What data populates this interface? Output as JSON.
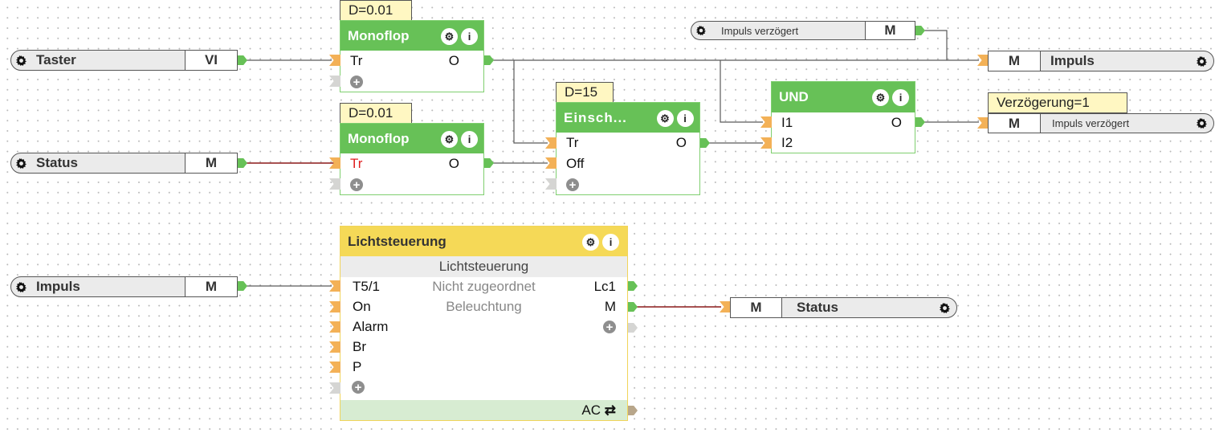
{
  "inputs": [
    {
      "name": "Taster",
      "type": "VI"
    },
    {
      "name": "Status",
      "type": "M"
    },
    {
      "name": "Impuls",
      "type": "M"
    },
    {
      "name": "Impuls verzögert",
      "type": "M"
    }
  ],
  "outputs": [
    {
      "name": "Impuls",
      "type": "M"
    },
    {
      "name": "Impuls verzögert",
      "type": "M",
      "param": "Verzögerung=1"
    },
    {
      "name": "Status",
      "type": "M"
    }
  ],
  "blocks": {
    "monoflop1": {
      "title": "Monoflop",
      "param": "D=0.01",
      "inputs": [
        "Tr"
      ],
      "outputs": [
        "O"
      ]
    },
    "monoflop2": {
      "title": "Monoflop",
      "param": "D=0.01",
      "inputs": [
        "Tr"
      ],
      "outputs": [
        "O"
      ],
      "inverted_input": "Tr"
    },
    "einsch": {
      "title": "Einsch...",
      "param": "D=15",
      "inputs": [
        "Tr",
        "Off"
      ],
      "outputs": [
        "O"
      ]
    },
    "und": {
      "title": "UND",
      "inputs": [
        "I1",
        "I2"
      ],
      "outputs": [
        "O"
      ]
    },
    "licht": {
      "title": "Lichtsteuerung",
      "subtitle": "Lichtsteuerung",
      "inputs": [
        "T5/1",
        "On",
        "Alarm",
        "Br",
        "P"
      ],
      "center_lines": [
        "Nicht zugeordnet",
        "Beleuchtung"
      ],
      "outputs": [
        "Lc1",
        "M"
      ],
      "footer": "AC",
      "footer_icon": "⇄"
    }
  },
  "icons": {
    "gear": "gear-icon",
    "info": "i",
    "plus": "+"
  },
  "colors": {
    "block_green": "#67c157",
    "block_yellow": "#f5d957",
    "port_in": "#f3b157",
    "port_out": "#67c157",
    "wire": "#555555",
    "wire_inverted": "#8b1a1a",
    "param_bg": "#fff7c2"
  }
}
